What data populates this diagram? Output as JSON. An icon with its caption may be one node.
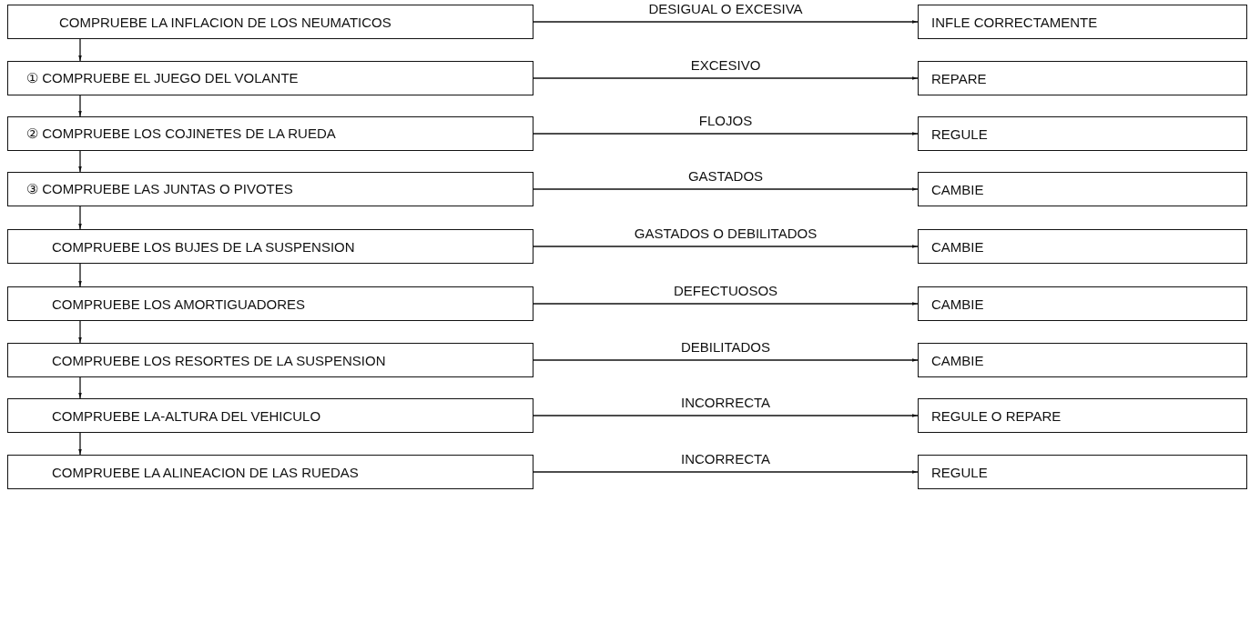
{
  "diagram": {
    "nodes": [
      {
        "text": [
          "COMPRUEBE LA INFLACION DE LOS NEUMATICOS"
        ]
      },
      {
        "text": [
          "① COMPRUEBE EL JUEGO DEL VOLANTE"
        ]
      },
      {
        "text": [
          "② COMPRUEBE LOS COJINETES DE LA RUEDA"
        ]
      },
      {
        "text": [
          "③ COMPRUEBE LAS JUNTAS O PIVOTES"
        ]
      },
      {
        "text": [
          "COMPRUEBE LOS BUJES DE LA SUSPENSION"
        ]
      },
      {
        "text": [
          "COMPRUEBE LOS AMORTIGUADORES"
        ]
      },
      {
        "text": [
          "COMPRUEBE LOS RESORTES DE LA SUSPENSION"
        ]
      },
      {
        "text": [
          "COMPRUEBE LA-ALTURA DEL VEHICULO"
        ]
      },
      {
        "text": [
          "COMPRUEBE LA ALINEACION DE LAS RUEDAS"
        ]
      },
      {
        "text": [
          "INFLE CORRECTAMENTE"
        ]
      },
      {
        "text": [
          "REPARE"
        ]
      },
      {
        "text": [
          "REGULE"
        ]
      },
      {
        "text": [
          "CAMBIE"
        ]
      },
      {
        "text": [
          "CAMBIE"
        ]
      },
      {
        "text": [
          "CAMBIE"
        ]
      },
      {
        "text": [
          "CAMBIE"
        ]
      },
      {
        "text": [
          "REGULE O REPARE"
        ]
      },
      {
        "text": [
          "REGULE"
        ]
      }
    ],
    "edges": [
      {
        "from": 0,
        "to": 9,
        "arrow": "to",
        "label": "DESIGUAL O EXCESIVA"
      },
      {
        "from": 0,
        "to": 1,
        "arrow": "to"
      },
      {
        "from": 1,
        "to": 10,
        "arrow": "to",
        "label": "EXCESIVO"
      },
      {
        "from": 1,
        "to": 2,
        "arrow": "to"
      },
      {
        "from": 2,
        "to": 11,
        "arrow": "to",
        "label": "FLOJOS"
      },
      {
        "from": 2,
        "to": 3,
        "arrow": "to"
      },
      {
        "from": 3,
        "to": 12,
        "arrow": "to",
        "label": "GASTADOS"
      },
      {
        "from": 3,
        "to": 4,
        "arrow": "to"
      },
      {
        "from": 4,
        "to": 13,
        "arrow": "to",
        "label": "GASTADOS O DEBILITADOS"
      },
      {
        "from": 4,
        "to": 5,
        "arrow": "to"
      },
      {
        "from": 5,
        "to": 14,
        "arrow": "to",
        "label": "DEFECTUOSOS"
      },
      {
        "from": 5,
        "to": 6,
        "arrow": "to"
      },
      {
        "from": 6,
        "to": 15,
        "arrow": "to",
        "label": "DEBILITADOS"
      },
      {
        "from": 6,
        "to": 7,
        "arrow": "to"
      },
      {
        "from": 7,
        "to": 16,
        "arrow": "to",
        "label": "INCORRECTA"
      },
      {
        "from": 7,
        "to": 8,
        "arrow": "to"
      },
      {
        "from": 8,
        "to": 17,
        "arrow": "to",
        "label": "INCORRECTA"
      }
    ]
  }
}
